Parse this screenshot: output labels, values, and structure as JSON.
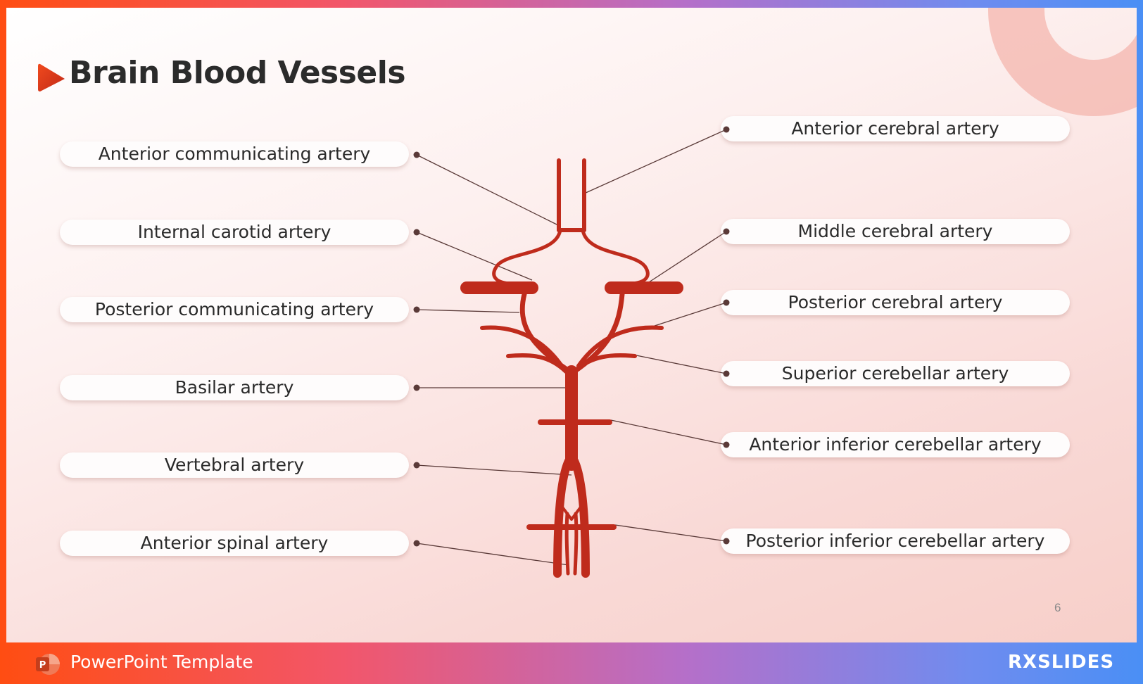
{
  "slide": {
    "title": "Brain Blood Vessels",
    "page_number": "6"
  },
  "labels": {
    "left": [
      "Anterior communicating artery",
      "Internal carotid artery",
      "Posterior communicating artery",
      "Basilar  artery",
      "Vertebral  artery",
      "Anterior spinal artery"
    ],
    "right": [
      "Anterior cerebral artery",
      "Middle cerebral artery",
      "Posterior cerebral artery",
      "Superior cerebellar artery",
      "Anterior inferior cerebellar artery",
      "Posterior inferior cerebellar artery"
    ]
  },
  "footer": {
    "template_label": "PowerPoint Template",
    "brand": "RXSLIDES"
  },
  "colors": {
    "artery": "#bf2b1c",
    "leader_line": "#5a3a38",
    "frame_gradient": [
      "#ff4d12",
      "#b56fc9",
      "#4a8ff5"
    ]
  },
  "icons": [
    "play-triangle-icon",
    "powerpoint-icon",
    "rxslides-logo"
  ]
}
